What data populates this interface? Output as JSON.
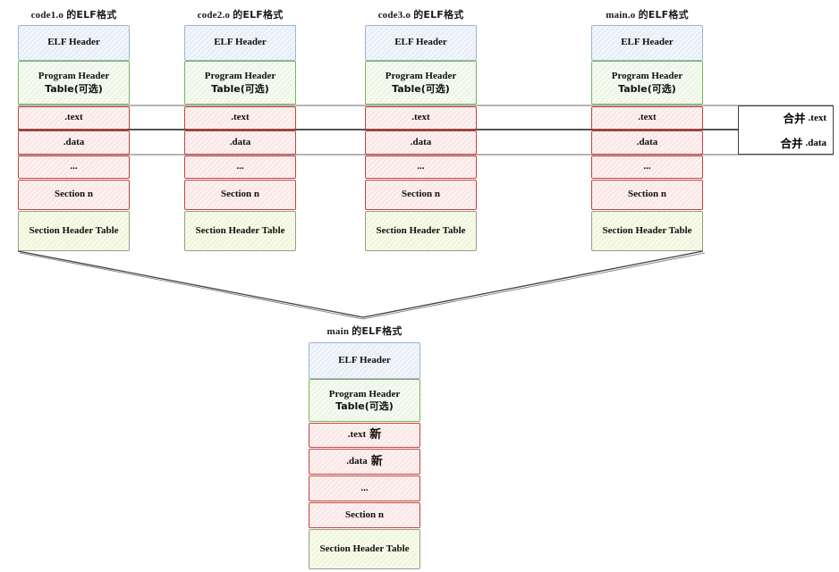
{
  "diagram": {
    "title_suffix_cn": "的ELF格式",
    "columns": [
      {
        "name": "code1.o",
        "title_prefix": "code1.o",
        "rows": [
          {
            "label": "ELF Header",
            "kind": "elf"
          },
          {
            "label": "Program Header",
            "label2": "Table(可选)",
            "kind": "pht"
          },
          {
            "label": ".text",
            "kind": "section"
          },
          {
            "label": ".data",
            "kind": "section"
          },
          {
            "label": "...",
            "kind": "section"
          },
          {
            "label": "Section n",
            "kind": "section"
          },
          {
            "label": "Section Header Table",
            "kind": "sht"
          }
        ]
      },
      {
        "name": "code2.o",
        "title_prefix": "code2.o",
        "rows": [
          {
            "label": "ELF Header",
            "kind": "elf"
          },
          {
            "label": "Program Header",
            "label2": "Table(可选)",
            "kind": "pht"
          },
          {
            "label": ".text",
            "kind": "section"
          },
          {
            "label": ".data",
            "kind": "section"
          },
          {
            "label": "...",
            "kind": "section"
          },
          {
            "label": "Section n",
            "kind": "section"
          },
          {
            "label": "Section Header Table",
            "kind": "sht"
          }
        ]
      },
      {
        "name": "code3.o",
        "title_prefix": "code3.o",
        "rows": [
          {
            "label": "ELF Header",
            "kind": "elf"
          },
          {
            "label": "Program Header",
            "label2": "Table(可选)",
            "kind": "pht"
          },
          {
            "label": ".text",
            "kind": "section"
          },
          {
            "label": ".data",
            "kind": "section"
          },
          {
            "label": "...",
            "kind": "section"
          },
          {
            "label": "Section n",
            "kind": "section"
          },
          {
            "label": "Section Header Table",
            "kind": "sht"
          }
        ]
      },
      {
        "name": "main.o",
        "title_prefix": "main.o",
        "rows": [
          {
            "label": "ELF Header",
            "kind": "elf"
          },
          {
            "label": "Program Header",
            "label2": "Table(可选)",
            "kind": "pht"
          },
          {
            "label": ".text",
            "kind": "section"
          },
          {
            "label": ".data",
            "kind": "section"
          },
          {
            "label": "...",
            "kind": "section"
          },
          {
            "label": "Section n",
            "kind": "section"
          },
          {
            "label": "Section Header Table",
            "kind": "sht"
          }
        ]
      }
    ],
    "merge_panel": {
      "rows": [
        {
          "cn": "合并",
          "en": ".text"
        },
        {
          "cn": "合并",
          "en": ".data"
        }
      ]
    },
    "output": {
      "name": "main",
      "title_prefix": "main",
      "rows": [
        {
          "label": "ELF Header",
          "kind": "elf"
        },
        {
          "label": "Program Header",
          "label2": "Table(可选)",
          "kind": "pht"
        },
        {
          "label": ".text",
          "suffix_cn": "新",
          "kind": "section"
        },
        {
          "label": ".data",
          "suffix_cn": "新",
          "kind": "section"
        },
        {
          "label": "...",
          "kind": "section"
        },
        {
          "label": "Section n",
          "kind": "section"
        },
        {
          "label": "Section Header Table",
          "kind": "sht"
        }
      ]
    },
    "colors": {
      "elf_fill": "#e8eef8",
      "elf_border": "#9bb4d4",
      "pht_fill": "#eef5e6",
      "pht_border": "#7cb257",
      "section_fill": "#fae7e6",
      "section_border": "#c4423c",
      "sht_fill": "#f0f6dc",
      "sht_border": "#9a9a8a",
      "connector": "#3f3f3f",
      "background": "#ffffff"
    }
  }
}
